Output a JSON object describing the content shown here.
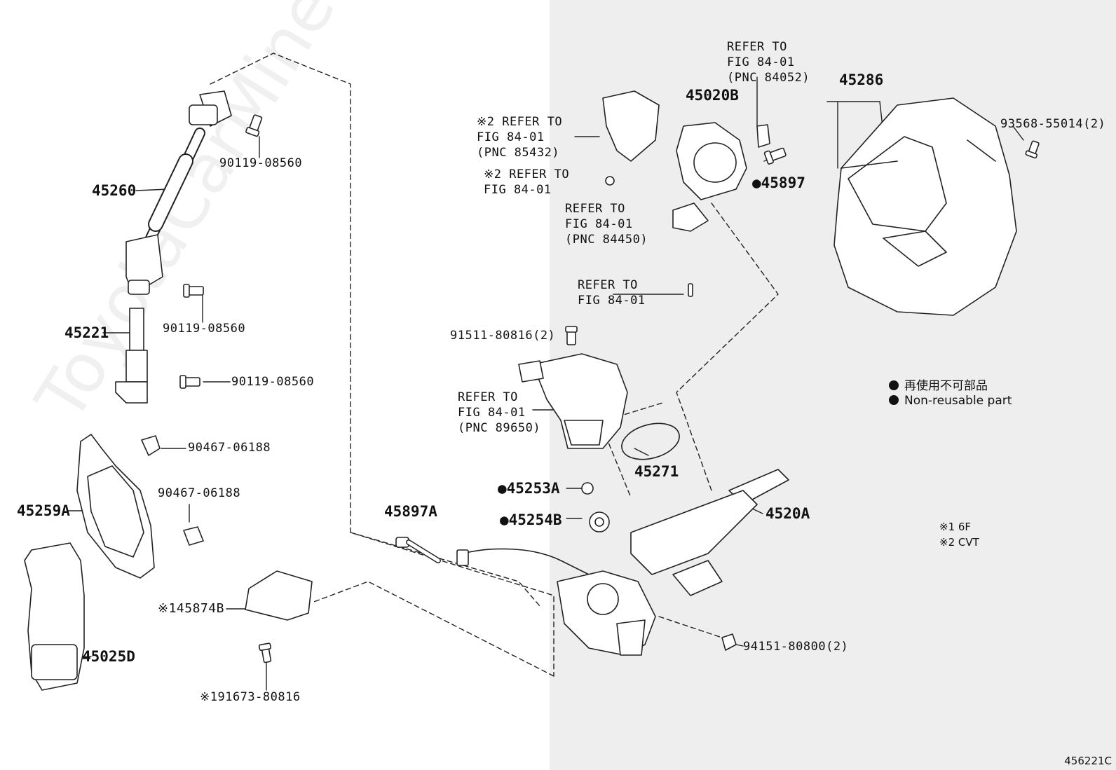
{
  "watermark": "ToyotaCarMine.ru",
  "diagram_code": "456221C",
  "legend": {
    "line_jp": "再使用不可部品",
    "line_en": "Non-reusable part"
  },
  "notes": {
    "note1": "※1 6F",
    "note2": "※2 CVT"
  },
  "parts": {
    "p45260": "45260",
    "p45221": "45221",
    "p45259A": "45259A",
    "p45025D": "45025D",
    "p45874B": "※145874B",
    "p91673": "※191673-80816",
    "b90119_a": "90119-08560",
    "b90119_b": "90119-08560",
    "b90119_c": "90119-08560",
    "c90467_a": "90467-06188",
    "c90467_b": "90467-06188",
    "p45897A": "45897A",
    "p45253A": "●45253A",
    "p45254B": "●45254B",
    "p91511": "91511-80816(2)",
    "p45271": "45271",
    "p4520A": "4520A",
    "p94151": "94151-80800(2)",
    "p45020B": "45020B",
    "p45897": "●45897",
    "p45286": "45286",
    "p93568": "93568-55014(2)"
  },
  "refs": {
    "r1": "REFER TO\nFIG 84-01\n(PNC 84052)",
    "r2": "※2 REFER TO\nFIG 84-01\n(PNC 85432)",
    "r3": "※2 REFER TO\nFIG 84-01",
    "r4": "REFER TO\nFIG 84-01\n(PNC 84450)",
    "r5": "REFER TO\nFIG 84-01",
    "r6": "REFER TO\nFIG 84-01\n(PNC 89650)"
  }
}
